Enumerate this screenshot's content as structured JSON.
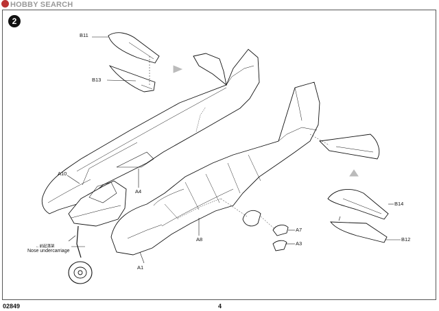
{
  "watermark": {
    "text": "HOBBY SEARCH"
  },
  "step": {
    "number": "2"
  },
  "parts": {
    "b11": "B11",
    "b13": "B13",
    "a10": "A10",
    "a4": "A4",
    "a8": "A8",
    "a1": "A1",
    "a7": "A7",
    "a3": "A3",
    "b14": "B14",
    "b12": "B12"
  },
  "nose_gear": {
    "caption_cn": "←前起落架",
    "caption_en": "Nose undercarriage"
  },
  "footer": {
    "kit_number": "02849",
    "page_number": "4"
  }
}
